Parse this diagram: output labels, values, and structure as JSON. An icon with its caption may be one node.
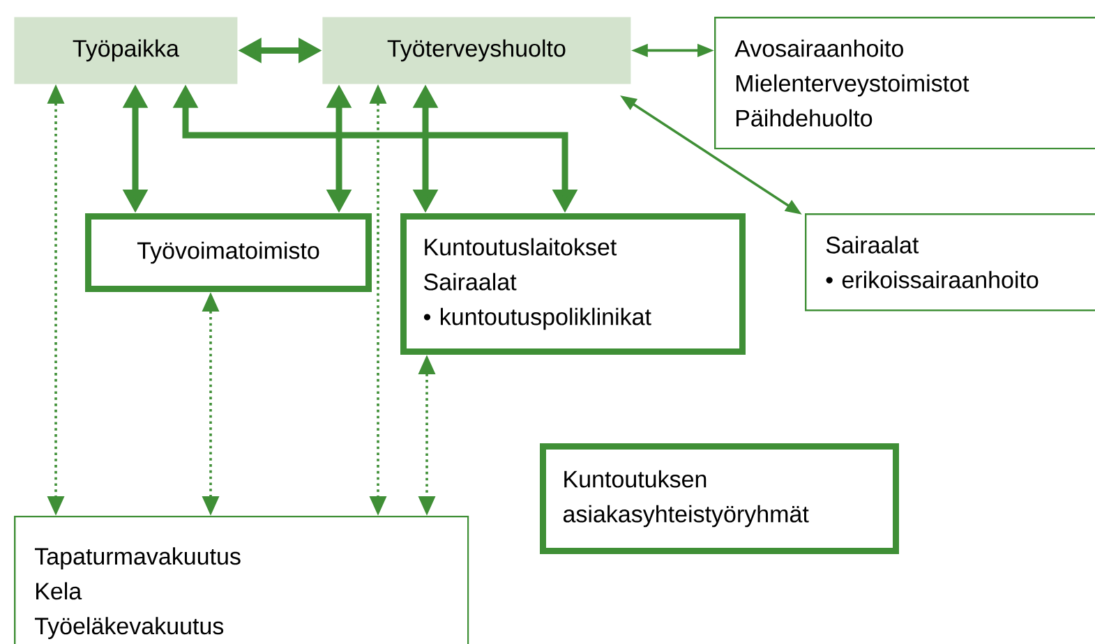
{
  "diagram": {
    "nodes": [
      {
        "text": [
          "Työpaikka"
        ]
      },
      {
        "text": [
          "Työterveyshuolto"
        ]
      },
      {
        "text": [
          "Avosairaanhoito",
          "Mielenterveystoimistot",
          "Päihdehuolto"
        ]
      },
      {
        "text": [
          "Sairaalat",
          "• erikoissairaanhoito"
        ]
      },
      {
        "text": [
          "Työvoimatoimisto"
        ]
      },
      {
        "text": [
          "Kuntoutuslaitokset",
          "Sairaalat",
          "• kuntoutuspoliklinikat"
        ]
      },
      {
        "text": [
          "Kuntoutuksen asiakasyhteistyöryhmät"
        ]
      },
      {
        "text": [
          "Tapaturmavakuutus",
          "Kela",
          "Työeläkevakuutus"
        ]
      }
    ],
    "edges": [
      {
        "from": 0,
        "to": 1,
        "arrow": "both",
        "style": "thick"
      },
      {
        "from": 1,
        "to": 2,
        "arrow": "both"
      },
      {
        "from": 1,
        "to": 3,
        "arrow": "both"
      },
      {
        "from": 0,
        "to": 4,
        "arrow": "both",
        "style": "thick"
      },
      {
        "from": 1,
        "to": 4,
        "arrow": "both",
        "style": "thick"
      },
      {
        "from": 1,
        "to": 5,
        "arrow": "both",
        "style": "thick"
      },
      {
        "from": 0,
        "to": 5,
        "arrow": "both",
        "style": "thick"
      },
      {
        "from": 0,
        "to": 7,
        "arrow": "both",
        "style": "dashed"
      },
      {
        "from": 4,
        "to": 7,
        "arrow": "both",
        "style": "dashed"
      },
      {
        "from": 1,
        "to": 7,
        "arrow": "both",
        "style": "dashed"
      },
      {
        "from": 5,
        "to": 7,
        "arrow": "both",
        "style": "dashed"
      }
    ]
  }
}
